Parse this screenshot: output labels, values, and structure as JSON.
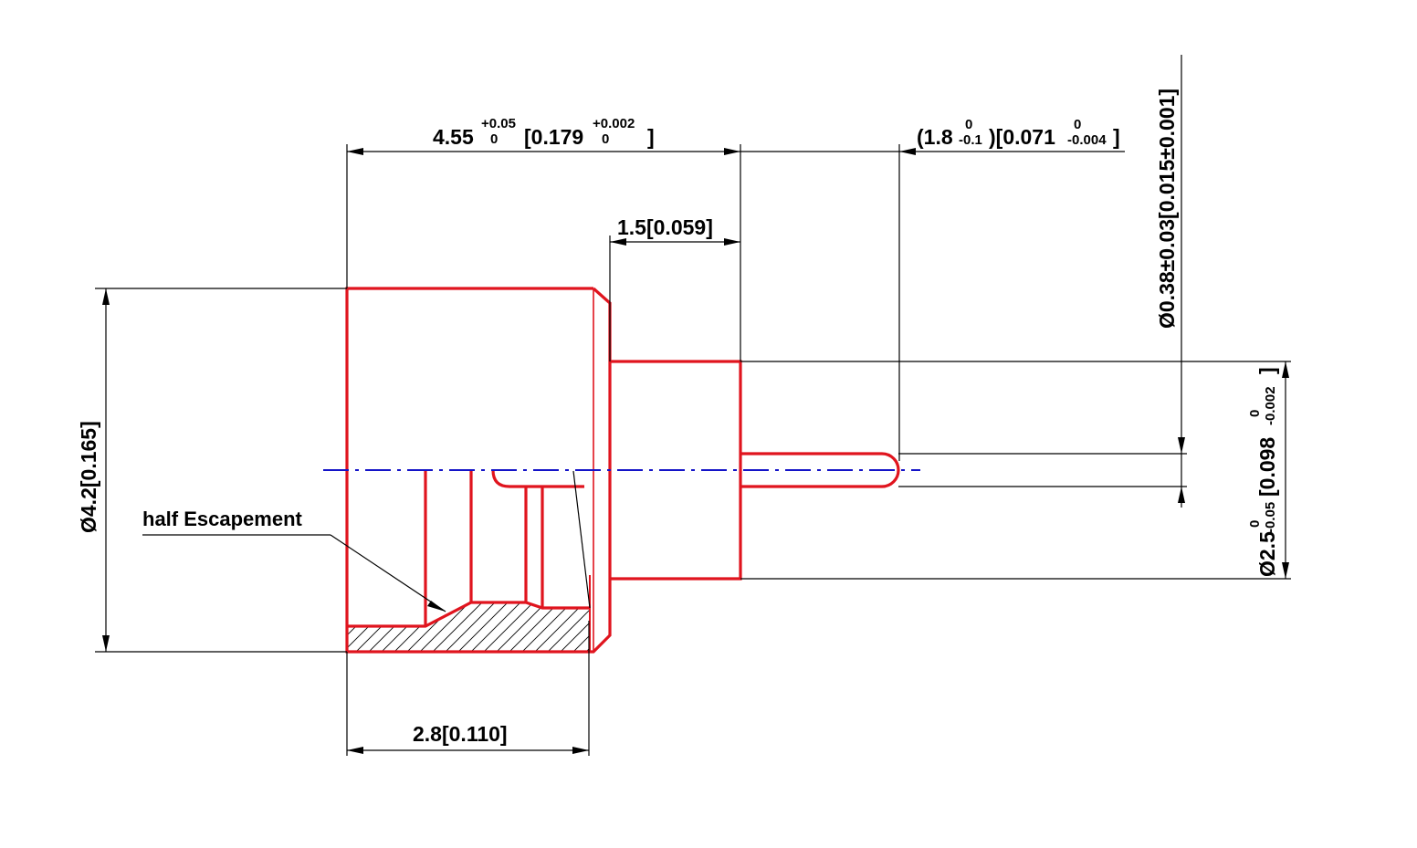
{
  "colors": {
    "part_outline": "#e0141e",
    "centerline": "#1414c8",
    "dimension": "#000000",
    "background": "#ffffff"
  },
  "dimensions": {
    "overall_length": {
      "base": "4.55",
      "upper": "+0.05",
      "lower": "0",
      "inch_open": "[0.179",
      "inch_upper": "+0.002",
      "inch_lower": "0",
      "inch_close": "]"
    },
    "pin_length": {
      "open": "(1.8",
      "upper": "0",
      "lower": "-0.1",
      "mid": ")[0.071",
      "inch_upper": "0",
      "inch_lower": "-0.004",
      "close": "]"
    },
    "shoulder_length": "1.5[0.059]",
    "pin_diameter": "Ø0.38±0.03[0.015±0.001]",
    "body_diameter": "Ø4.2[0.165]",
    "neck_diameter": {
      "base": "Ø2.5",
      "upper": "0",
      "lower": "-0.05",
      "inch_open": "[0.098",
      "inch_upper": "0",
      "inch_lower": "-0.002",
      "inch_close": "]"
    },
    "bore_depth": "2.8[0.110]"
  },
  "annotations": {
    "escapement_label": "half Escapement"
  }
}
